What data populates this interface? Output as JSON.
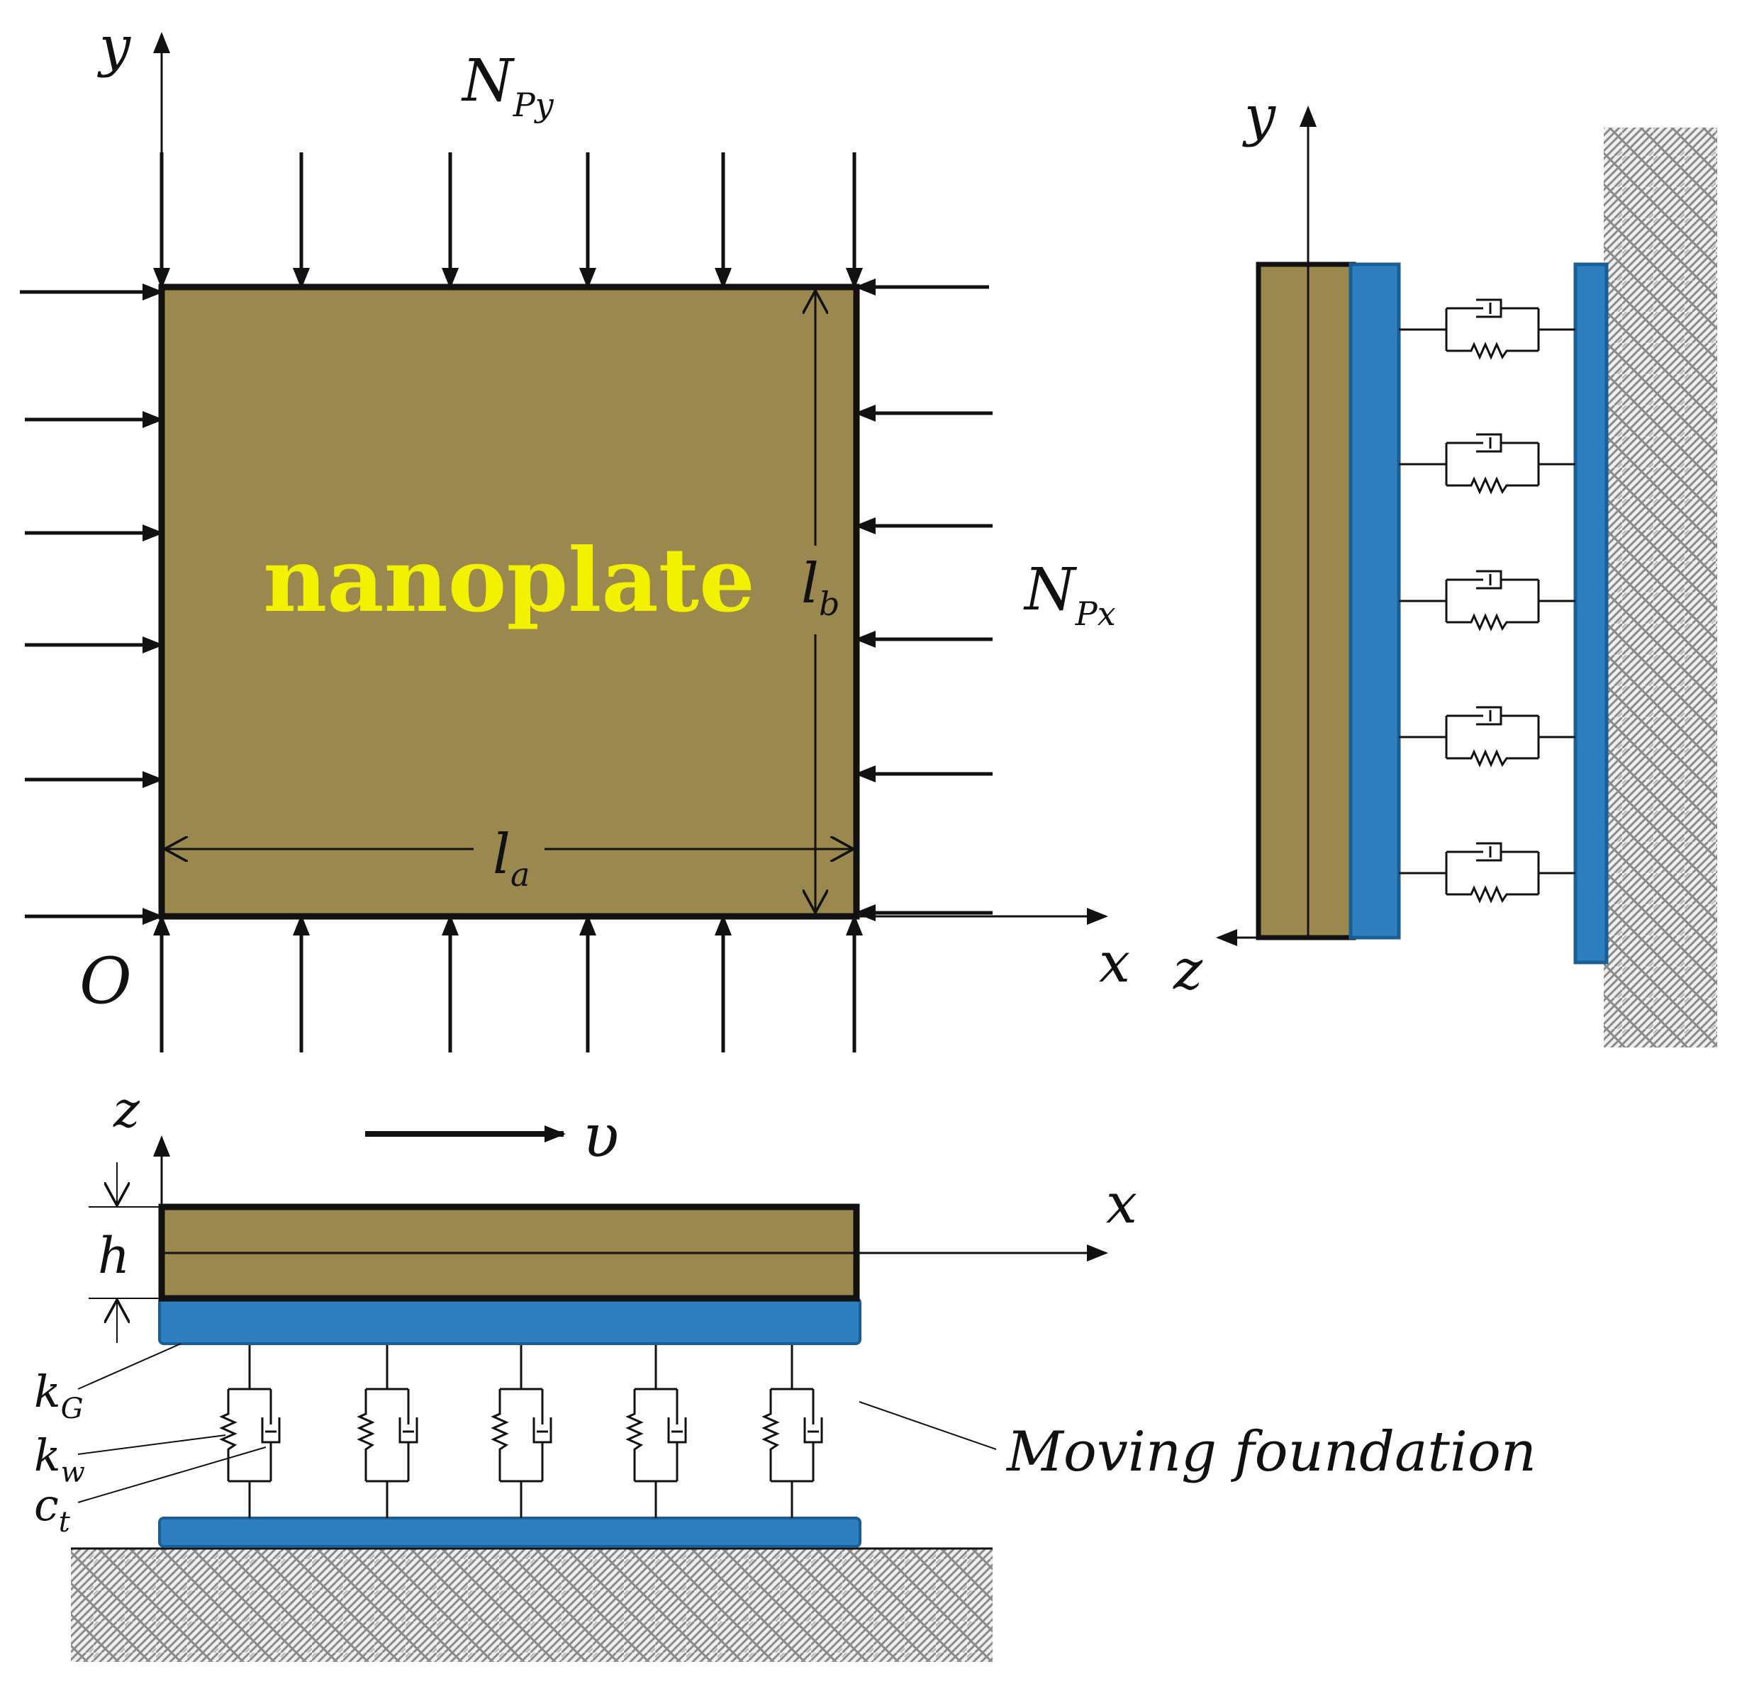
{
  "colors": {
    "plate": "#9a884e",
    "foundation": "#2e7fbf",
    "label": "#f2f200",
    "ink": "#111111"
  },
  "labels": {
    "plate_name": "nanoplate",
    "load_y": {
      "main": "N",
      "sub": "Py"
    },
    "load_x": {
      "main": "N",
      "sub": "Px"
    },
    "length_a": {
      "main": "l",
      "sub": "a"
    },
    "length_b": {
      "main": "l",
      "sub": "b"
    },
    "origin": "O",
    "axis_x": "x",
    "axis_y": "y",
    "axis_z": "z",
    "velocity": "υ",
    "thickness": "h",
    "k_G": {
      "main": "k",
      "sub": "G"
    },
    "k_w": {
      "main": "k",
      "sub": "w"
    },
    "c_t": {
      "main": "c",
      "sub": "t"
    },
    "foundation_caption": "Moving foundation"
  }
}
